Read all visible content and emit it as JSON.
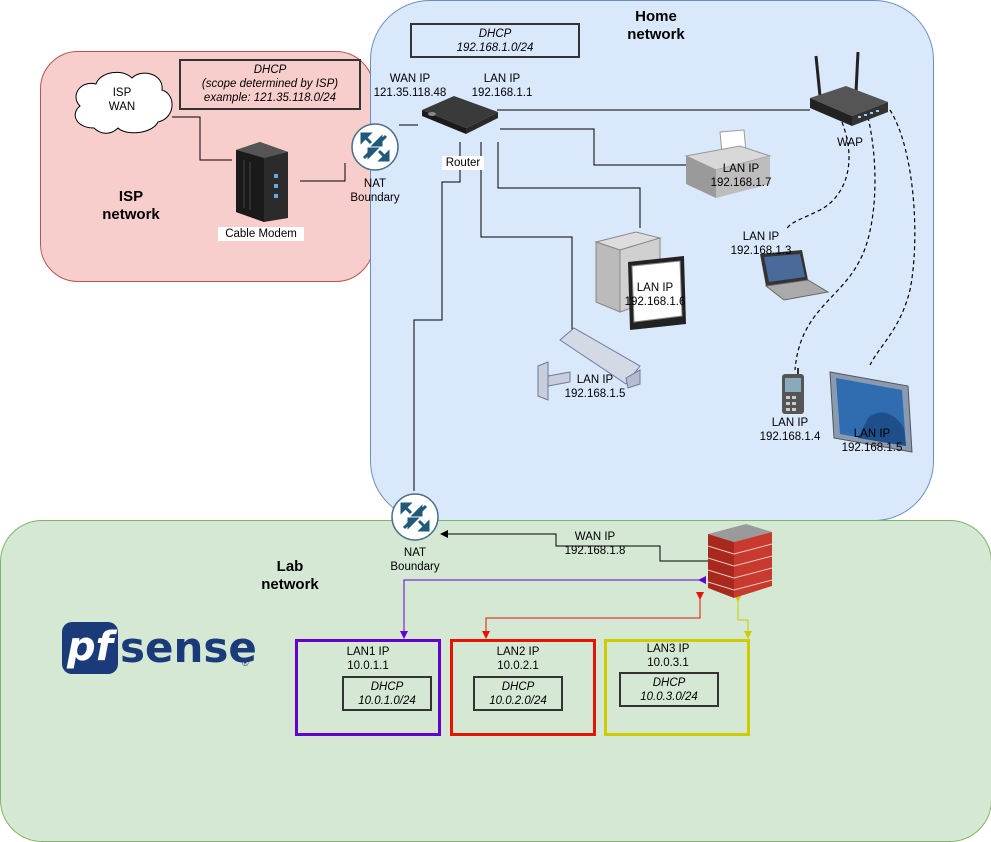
{
  "zones": {
    "isp": {
      "title_line1": "ISP",
      "title_line2": "network"
    },
    "home": {
      "title_line1": "Home",
      "title_line2": "network"
    },
    "lab": {
      "title_line1": "Lab",
      "title_line2": "network"
    }
  },
  "isp_cloud": {
    "line1": "ISP",
    "line2": "WAN"
  },
  "isp_dhcp": {
    "line1": "DHCP",
    "line2": "(scope determined by ISP)",
    "line3": "example: 121.35.118.0/24"
  },
  "cable_modem": {
    "label": "Cable Modem"
  },
  "nat_top": {
    "line1": "NAT",
    "line2": "Boundary"
  },
  "nat_bottom": {
    "line1": "NAT",
    "line2": "Boundary"
  },
  "home_dhcp": {
    "line1": "DHCP",
    "line2": "192.168.1.0/24"
  },
  "router": {
    "label": "Router",
    "wan_label": "WAN IP",
    "wan_ip": "121.35.118.48",
    "lan_label": "LAN IP",
    "lan_ip": "192.168.1.1"
  },
  "wap": {
    "label": "WAP"
  },
  "printer": {
    "label": "LAN IP",
    "ip": "192.168.1.7"
  },
  "laptop": {
    "label": "LAN IP",
    "ip": "192.168.1.3"
  },
  "desktop": {
    "label": "LAN IP",
    "ip": "192.168.1.6"
  },
  "camera": {
    "label": "LAN IP",
    "ip": "192.168.1.5"
  },
  "phone": {
    "label": "LAN IP",
    "ip": "192.168.1.4"
  },
  "tablet": {
    "label": "LAN IP",
    "ip": "192.168.1.5"
  },
  "firewall": {
    "wan_label": "WAN IP",
    "wan_ip": "192.168.1.8"
  },
  "logo": {
    "part1": "pf",
    "part2": "sense",
    "mark": "®"
  },
  "subnets": [
    {
      "name": "LAN1 IP",
      "ip": "10.0.1.1",
      "dhcp_label": "DHCP",
      "dhcp_range": "10.0.1.0/24",
      "color": "#6600cc"
    },
    {
      "name": "LAN2 IP",
      "ip": "10.0.2.1",
      "dhcp_label": "DHCP",
      "dhcp_range": "10.0.2.0/24",
      "color": "#e51400"
    },
    {
      "name": "LAN3 IP",
      "ip": "10.0.3.1",
      "dhcp_label": "DHCP",
      "dhcp_range": "10.0.3.0/24",
      "color": "#cccc00"
    }
  ],
  "colors": {
    "isp_fill": "#f8cecc",
    "home_fill": "#dae8fc",
    "lab_fill": "#d5e8d4",
    "pfsense_blue": "#1a3a7a"
  }
}
